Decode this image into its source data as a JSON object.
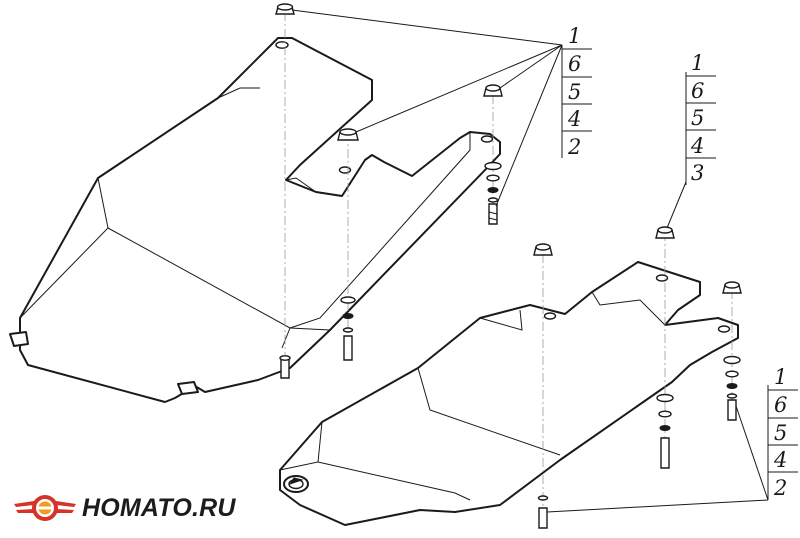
{
  "callouts": {
    "group_a": [
      "1",
      "6",
      "5",
      "4",
      "2"
    ],
    "group_b": [
      "1",
      "6",
      "5",
      "4",
      "3"
    ],
    "group_c": [
      "1",
      "6",
      "5",
      "4",
      "2"
    ]
  },
  "logo": {
    "text": "HOMATO.RU",
    "icon": "winged-wheel-icon",
    "brand_red": "#d6322a",
    "brand_orange": "#f29a1e"
  }
}
